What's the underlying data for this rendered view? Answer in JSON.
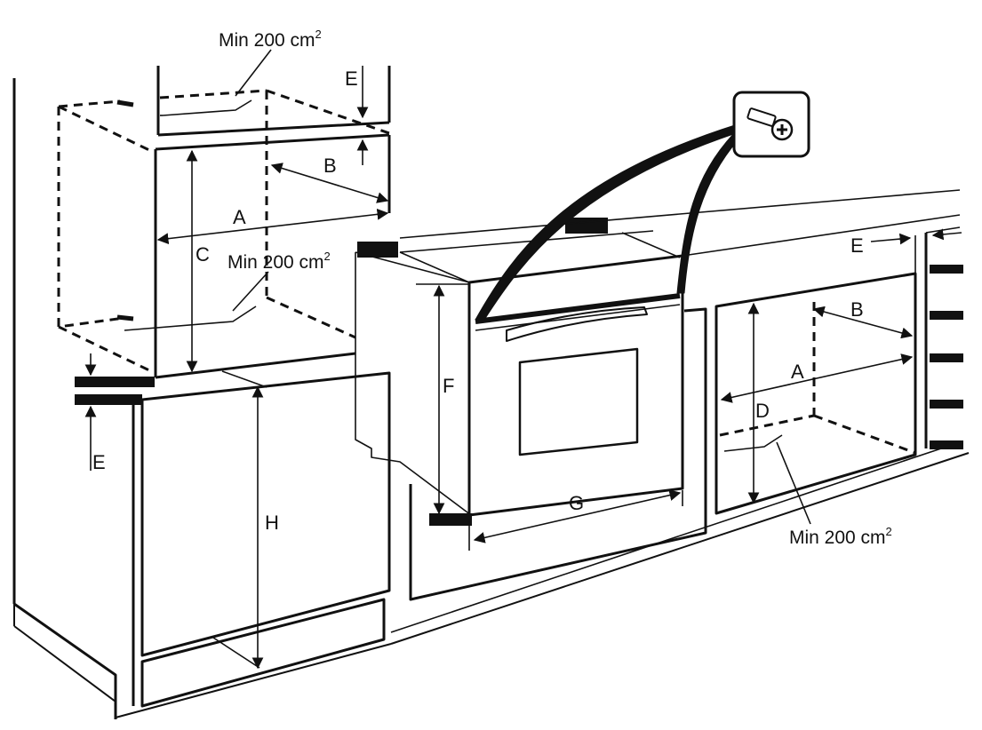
{
  "area_notes": {
    "top": "Min 200 cm",
    "middle": "Min 200 cm",
    "bottom_right": "Min 200 cm",
    "superscript": "2"
  },
  "dimension_labels": {
    "left_A": "A",
    "left_B": "B",
    "left_C": "C",
    "left_E_top": "E",
    "left_E_bottom": "E",
    "center_F": "F",
    "center_G": "G",
    "left_H": "H",
    "right_A": "A",
    "right_B": "B",
    "right_D": "D",
    "right_E": "E"
  },
  "icons": {
    "screw": "screw-icon"
  },
  "colors": {
    "ink": "#111111",
    "background": "#ffffff"
  }
}
